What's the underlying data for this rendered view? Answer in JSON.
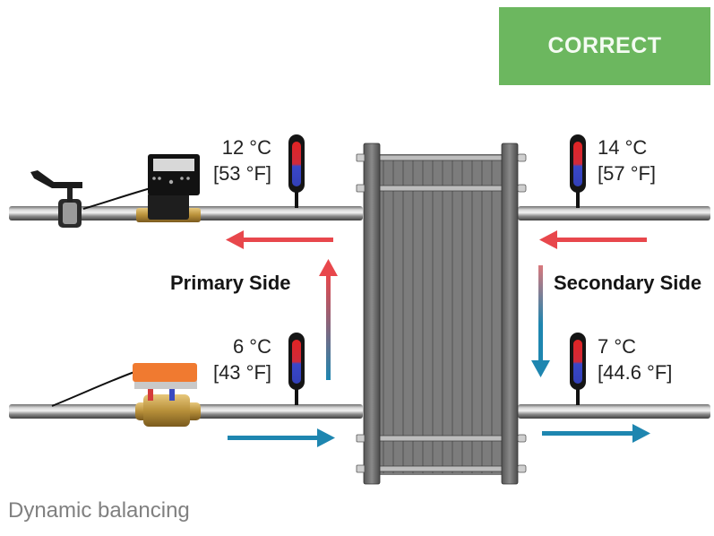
{
  "status_badge": {
    "label": "CORRECT",
    "color": "#6cb75f"
  },
  "diagram": {
    "primary_side": {
      "label": "Primary Side",
      "supply_temp": {
        "celsius": "12 °C",
        "fahrenheit": "[53 °F]"
      },
      "return_temp": {
        "celsius": "6 °C",
        "fahrenheit": "[43 °F]"
      },
      "components": [
        "butterfly-valve",
        "energy-meter",
        "balancing-valve-with-actuator"
      ]
    },
    "secondary_side": {
      "label": "Secondary Side",
      "supply_temp": {
        "celsius": "14 °C",
        "fahrenheit": "[57 °F]"
      },
      "return_temp": {
        "celsius": "7 °C",
        "fahrenheit": "[44.6 °F]"
      }
    },
    "colors": {
      "hot": "#e8474c",
      "cold": "#1e86b0",
      "actuator": "#f07a30"
    }
  },
  "caption": "Dynamic balancing"
}
